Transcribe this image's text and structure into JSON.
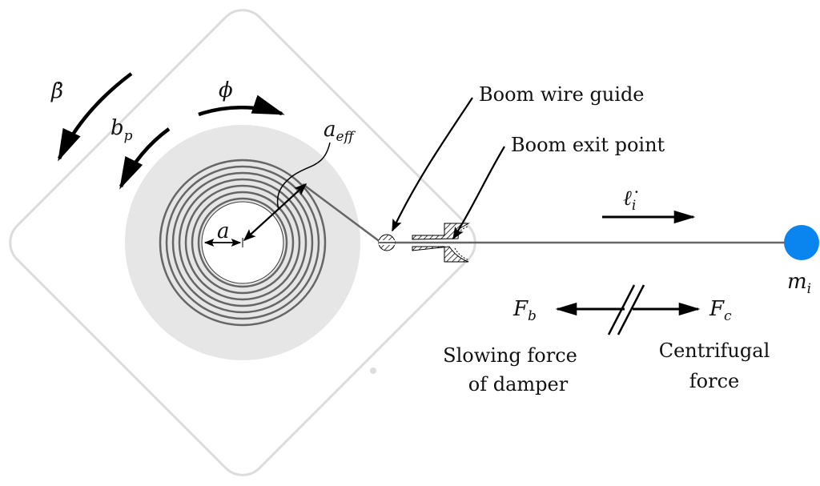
{
  "labels": {
    "wire_guide": "Boom wire guide",
    "exit_point": "Boom exit point",
    "damper_line1": "Slowing force",
    "damper_line2": "of damper",
    "centrifugal_line1": "Centrifugal",
    "centrifugal_line2": "force"
  },
  "math": {
    "beta_dot": "β̇",
    "b": "b",
    "b_sub": "p",
    "phi": "ϕ",
    "a_eff": "a",
    "a_eff_sub": "eff",
    "a": "a",
    "l_dot": "ℓ̇",
    "l_sub": "i",
    "m": "m",
    "m_sub": "i",
    "F_b": "F",
    "F_b_sub": "b",
    "F_c": "F",
    "F_c_sub": "c"
  },
  "colors": {
    "mass": "#0a84ef",
    "disk": "#e6e6e6",
    "frame": "#dcdcdc",
    "wire": "#666666"
  }
}
